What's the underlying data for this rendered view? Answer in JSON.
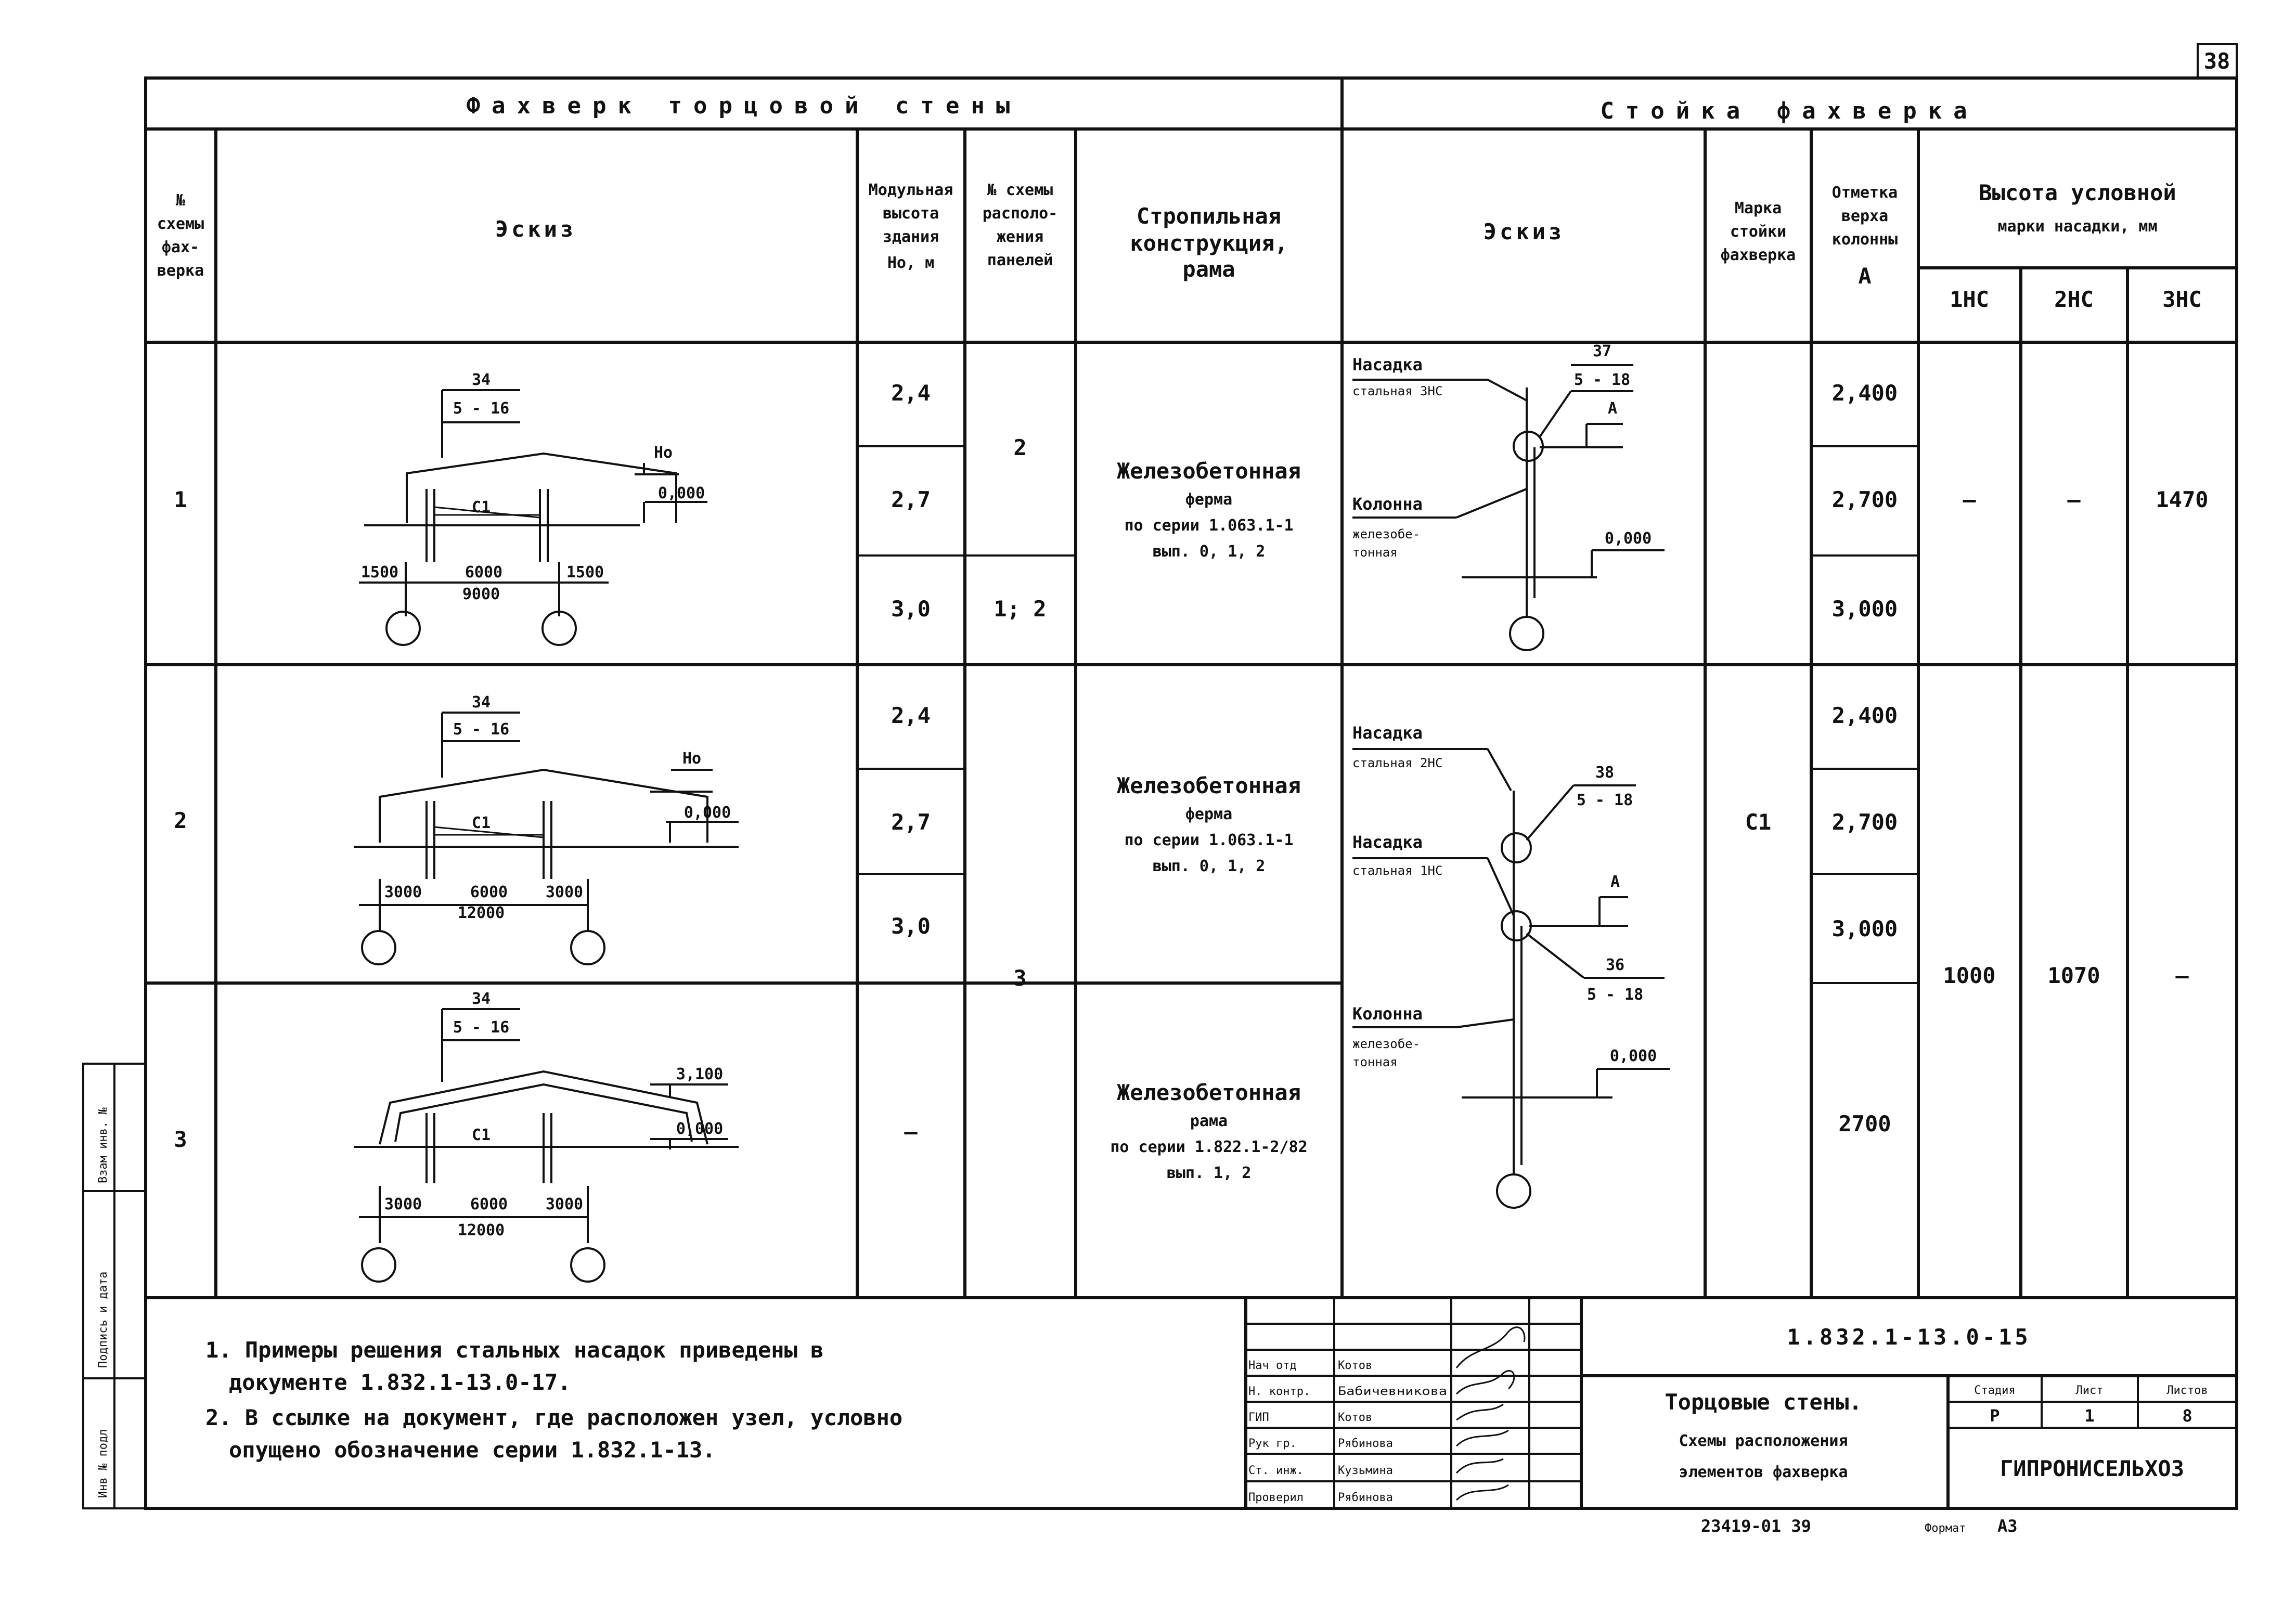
{
  "page_number": "38",
  "header": {
    "left_title": "Фахверк торцовой стены",
    "right_title": "Стойка фахверка"
  },
  "columns": {
    "scheme_no": [
      "№",
      "схемы",
      "фах-",
      "верка"
    ],
    "sketch": "Эскиз",
    "modular_height": [
      "Модульная",
      "высота",
      "здания",
      "Hо, м"
    ],
    "panel_scheme": [
      "№ схемы",
      "располо-",
      "жения",
      "панелей"
    ],
    "roof_structure": [
      "Стропильная",
      "конструкция,",
      "рама"
    ],
    "post_sketch": "Эскиз",
    "post_mark": [
      "Марка",
      "стойки",
      "фахверка"
    ],
    "column_top": [
      "Отметка",
      "верха",
      "колонны",
      "А"
    ],
    "nozzle_height": [
      "Высота условной",
      "марки насадки, мм"
    ],
    "nozzle_types": [
      "1НС",
      "2НС",
      "3НС"
    ]
  },
  "rows": [
    {
      "no": "1",
      "heights": [
        "2,4",
        "2,7",
        "3,0"
      ],
      "panel_schemes": [
        "2",
        "1; 2"
      ],
      "structure": [
        "Железобетонная",
        "ферма",
        "по серии 1.063.1-1",
        "вып. 0, 1, 2"
      ],
      "sketch": {
        "ref_top": "34",
        "ref_bot": "5 - 16",
        "mark": "С1",
        "level_h": "Hо",
        "level_0": "0,000",
        "spans": [
          "1500",
          "6000",
          "1500"
        ],
        "total": "9000"
      },
      "tops": [
        "2,400",
        "2,700",
        "3,000"
      ],
      "nozzle": [
        "—",
        "—",
        "1470"
      ]
    },
    {
      "no": "2",
      "heights": [
        "2,4",
        "2,7",
        "3,0"
      ],
      "panel_scheme": "3",
      "structure": [
        "Железобетонная",
        "ферма",
        "по серии 1.063.1-1",
        "вып. 0, 1, 2"
      ],
      "sketch": {
        "ref_top": "34",
        "ref_bot": "5 - 16",
        "mark": "С1",
        "level_h": "Hо",
        "level_0": "0,000",
        "spans": [
          "3000",
          "6000",
          "3000"
        ],
        "total": "12000"
      },
      "tops": [
        "2,400",
        "2,700",
        "3,000",
        "2700"
      ],
      "nozzle": [
        "1000",
        "1070",
        "—"
      ]
    },
    {
      "no": "3",
      "heights": [
        "—"
      ],
      "structure": [
        "Железобетонная",
        "рама",
        "по серии 1.822.1-2/82",
        "вып. 1, 2"
      ],
      "sketch": {
        "ref_top": "34",
        "ref_bot": "5 - 16",
        "mark": "С1",
        "level_h": "3,100",
        "level_0": "0,000",
        "spans": [
          "3000",
          "6000",
          "3000"
        ],
        "total": "12000"
      }
    }
  ],
  "post_mark_value": "С1",
  "post_sketch_1": {
    "nozzle_label": "Насадка",
    "nozzle_type": "стальная 3НС",
    "ref_top": "37",
    "ref_bot": "5 - 18",
    "level_a": "А",
    "column_label": "Колонна",
    "column_type": [
      "железобе-",
      "тонная"
    ],
    "level_0": "0,000"
  },
  "post_sketch_2": {
    "nozzle2_label": "Насадка",
    "nozzle2_type": "стальная 2НС",
    "ref1_top": "38",
    "ref1_bot": "5 - 18",
    "nozzle1_label": "Насадка",
    "nozzle1_type": "стальная 1НС",
    "level_a": "А",
    "ref2_top": "36",
    "ref2_bot": "5 - 18",
    "column_label": "Колонна",
    "column_type": [
      "железобе-",
      "тонная"
    ],
    "level_0": "0,000"
  },
  "notes": [
    [
      "1. Примеры решения стальных насадок приведены в",
      "документе 1.832.1-13.0-17."
    ],
    [
      "2. В ссылке на документ, где расположен узел, условно",
      "опущено обозначение серии 1.832.1-13."
    ]
  ],
  "title_block": {
    "roles": [
      "Нач отд",
      "Н. контр.",
      "ГИП",
      "Рук гр.",
      "Ст. инж.",
      "Проверил"
    ],
    "names": [
      "Котов",
      "Бабичевникова",
      "Котов",
      "Рябинова",
      "Кузьмина",
      "Рябинова"
    ],
    "doc_code": "1.832.1-13.0-15",
    "title": [
      "Торцовые стены.",
      "Схемы расположения",
      "элементов фахверка"
    ],
    "stage_label": "Стадия",
    "sheet_label": "Лист",
    "sheets_label": "Листов",
    "stage": "Р",
    "sheet": "1",
    "sheets": "8",
    "org": "ГИПРОНИСЕЛЬХОЗ"
  },
  "side_stamp": [
    "Инв № подл",
    "Подпись и дата",
    "Взам инв. №"
  ],
  "footer": {
    "archive": "23419-01  39",
    "format_label": "Формат",
    "format": "А3"
  }
}
